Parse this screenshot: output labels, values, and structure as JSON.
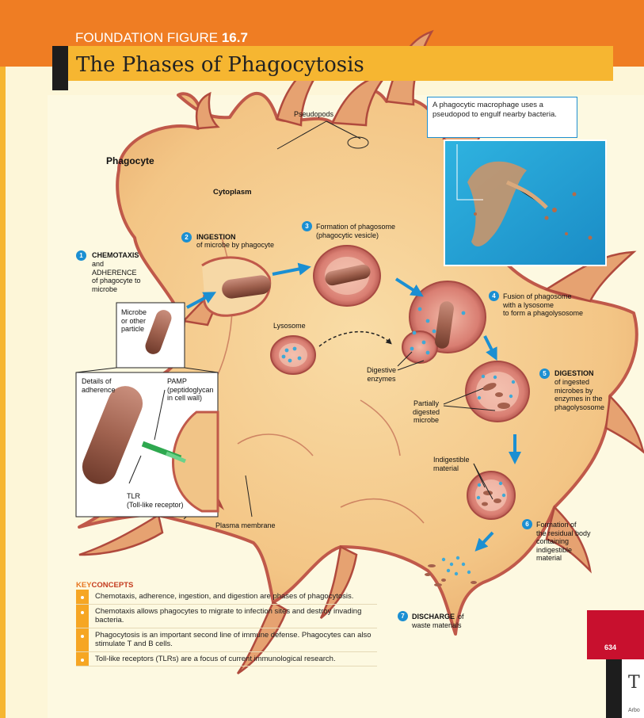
{
  "header": {
    "kicker": "FOUNDATION FIGURE",
    "figure_number": "16.7",
    "title": "The Phases of Phagocytosis"
  },
  "labels": {
    "phagocyte": "Phagocyte",
    "cytoplasm": "Cytoplasm",
    "pseudopods": "Pseudopods",
    "lysosome": "Lysosome",
    "digestive_enzymes": "Digestive\nenzymes",
    "partially_digested": "Partially\ndigested\nmicrobe",
    "indigestible": "Indigestible\nmaterial",
    "microbe": "Microbe\nor other\nparticle",
    "details": "Details of\nadherence",
    "pamp": "PAMP\n(peptidoglycan\nin cell wall)",
    "tlr": "TLR\n(Toll-like receptor)",
    "plasma_membrane": "Plasma membrane"
  },
  "steps": [
    {
      "n": "1",
      "title": "CHEMOTAXIS",
      "text": "and\nADHERENCE\nof phagocyte to\nmicrobe"
    },
    {
      "n": "2",
      "title": "INGESTION",
      "text": "of microbe by phagocyte"
    },
    {
      "n": "3",
      "title": "",
      "text": "Formation of phagosome\n(phagocytic vesicle)"
    },
    {
      "n": "4",
      "title": "",
      "text": "Fusion of phagosome\nwith a lysosome\nto form a phagolysosome"
    },
    {
      "n": "5",
      "title": "DIGESTION",
      "text": "of ingested\nmicrobes by\nenzymes in the\nphagolysosome"
    },
    {
      "n": "6",
      "title": "",
      "text": "Formation of\nthe residual body\ncontaining\nindigestible\nmaterial"
    },
    {
      "n": "7",
      "title": "DISCHARGE",
      "text": "of\nwaste materials"
    }
  ],
  "photo_caption": "A phagocytic macrophage uses a pseudopod to engulf nearby bacteria.",
  "key_concepts": {
    "head_1": "KEY",
    "head_2": "CONCEPTS",
    "items": [
      "Chemotaxis, adherence, ingestion, and digestion are phases of phagocytosis.",
      "Chemotaxis allows phagocytes to migrate to infection sites and destroy invading bacteria.",
      "Phagocytosis is an important second line of immune defense. Phagocytes can also stimulate T and B cells.",
      "Toll-like receptors (TLRs) are a focus of current immunological research."
    ]
  },
  "next_page": {
    "page_number": "634",
    "title_fragment": "T",
    "author_fragment": "Arbo"
  },
  "colors": {
    "header_orange": "#ef7d23",
    "title_bar": "#f6b631",
    "cell": "#f3c585",
    "membrane": "#c0594a",
    "step_badge": "#1b8fd2",
    "photo_bg": "#1aa0d3"
  }
}
